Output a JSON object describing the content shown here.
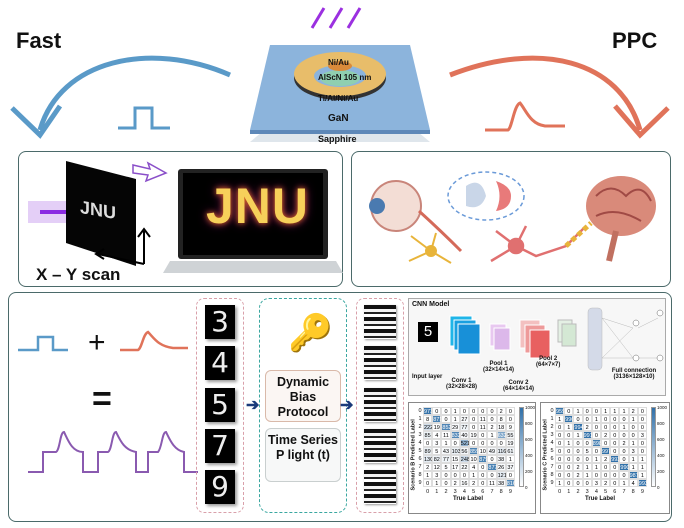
{
  "top": {
    "fast_label": "Fast",
    "ppc_label": "PPC",
    "device_layers": {
      "top_contact": "Ni/Au",
      "barrier": "AlScN 105 nm",
      "ring_contact": "Ti/Al/Ni/Au",
      "channel": "GaN",
      "substrate": "Sapphire"
    }
  },
  "imaging_panel": {
    "scan_label": "X – Y scan",
    "target_text": "JNU",
    "screen_text": "JNU"
  },
  "bottom_panel": {
    "plus": "+",
    "equals": "=",
    "digits": [
      "3",
      "4",
      "5",
      "7",
      "9"
    ],
    "protocol_box": "Dynamic Bias Protocol",
    "time_series_box": "Time Series P light (t)",
    "cnn": {
      "title": "CNN Model",
      "input": "Input layer",
      "conv1": "Conv 1",
      "conv1_dim": "(32×28×28)",
      "pool1": "Pool 1",
      "pool1_dim": "(32×14×14)",
      "conv2": "Conv 2",
      "conv2_dim": "(64×14×14)",
      "pool2": "Pool 2",
      "pool2_dim": "(64×7×7)",
      "fc": "Full connection",
      "fc_dim": "(3136×128×10)",
      "input_digit": "5"
    },
    "matrices": [
      {
        "ylabel": "Scenario B Predicted Label",
        "xlabel": "True Label",
        "ticks": [
          "0",
          "1",
          "2",
          "3",
          "4",
          "5",
          "6",
          "7",
          "8",
          "9"
        ],
        "colorbar": [
          "1000",
          "800",
          "600",
          "400",
          "200",
          "0"
        ],
        "values": [
          [
            973,
            0,
            0,
            1,
            0,
            0,
            0,
            0,
            2,
            0
          ],
          [
            8,
            871,
            0,
            1,
            27,
            0,
            11,
            0,
            8,
            0
          ],
          [
            222,
            19,
            852,
            29,
            77,
            0,
            11,
            2,
            18,
            9
          ],
          [
            85,
            4,
            11,
            832,
            40,
            19,
            0,
            1,
            632,
            55
          ],
          [
            0,
            3,
            1,
            0,
            521,
            0,
            0,
            0,
            0,
            19
          ],
          [
            89,
            5,
            43,
            103,
            56,
            859,
            10,
            49,
            116,
            61
          ],
          [
            130,
            82,
            77,
            15,
            248,
            10,
            879,
            0,
            38,
            1
          ],
          [
            2,
            12,
            5,
            17,
            22,
            4,
            0,
            877,
            26,
            37
          ],
          [
            1,
            3,
            0,
            0,
            0,
            1,
            0,
            0,
            121,
            0
          ],
          [
            0,
            1,
            0,
            2,
            16,
            2,
            0,
            11,
            38,
            816
          ]
        ]
      },
      {
        "ylabel": "Scenario C Predicted Label",
        "xlabel": "True Label",
        "ticks": [
          "0",
          "1",
          "2",
          "3",
          "4",
          "5",
          "6",
          "7",
          "8",
          "9"
        ],
        "colorbar": [
          "1000",
          "800",
          "600",
          "400",
          "200",
          "0"
        ],
        "values": [
          [
            959,
            0,
            1,
            0,
            0,
            1,
            1,
            1,
            2,
            0
          ],
          [
            1,
            996,
            0,
            0,
            1,
            0,
            0,
            0,
            1,
            0
          ],
          [
            0,
            1,
            994,
            2,
            0,
            0,
            0,
            1,
            0,
            0
          ],
          [
            0,
            0,
            1,
            991,
            0,
            2,
            0,
            0,
            0,
            3
          ],
          [
            0,
            1,
            0,
            0,
            898,
            0,
            0,
            2,
            1,
            0
          ],
          [
            0,
            0,
            0,
            5,
            0,
            997,
            0,
            0,
            3,
            0
          ],
          [
            0,
            0,
            0,
            0,
            1,
            2,
            993,
            0,
            1,
            1
          ],
          [
            0,
            0,
            2,
            1,
            1,
            0,
            0,
            990,
            1,
            1
          ],
          [
            0,
            0,
            2,
            1,
            0,
            0,
            0,
            0,
            987,
            1
          ],
          [
            1,
            0,
            0,
            0,
            3,
            2,
            0,
            1,
            4,
            993
          ]
        ]
      }
    ]
  },
  "colors": {
    "fast": "#5a9ac8",
    "ppc": "#e0735a",
    "light": "#8a2be2",
    "panel_border": "#4b6a6a",
    "matrix": "#2f6fa8"
  }
}
